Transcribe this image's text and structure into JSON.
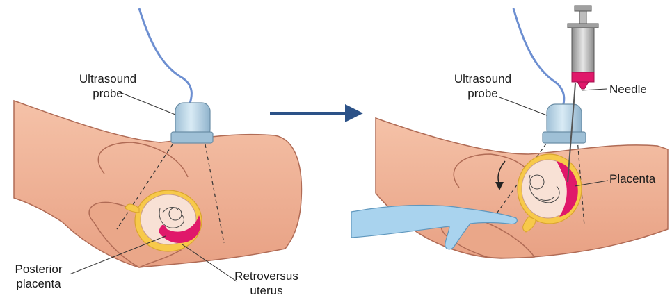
{
  "labels": {
    "left_probe_line1": "Ultrasound",
    "left_probe_line2": "probe",
    "posterior_line1": "Posterior",
    "posterior_line2": "placenta",
    "retro_line1": "Retroversus",
    "retro_line2": "uterus",
    "right_probe_line1": "Ultrasound",
    "right_probe_line2": "probe",
    "needle": "Needle",
    "placenta": "Placenta"
  },
  "colors": {
    "skin": "#f2b59b",
    "skin_dark": "#e79d80",
    "skin_outline": "#b06b55",
    "uterus_yellow": "#f7c94a",
    "uterus_fill": "#f8e1d5",
    "placenta": "#e0186a",
    "probe": "#bcd6e6",
    "cable": "#6d8fd1",
    "arrow": "#2c5288",
    "glove": "#a9d3ee"
  }
}
